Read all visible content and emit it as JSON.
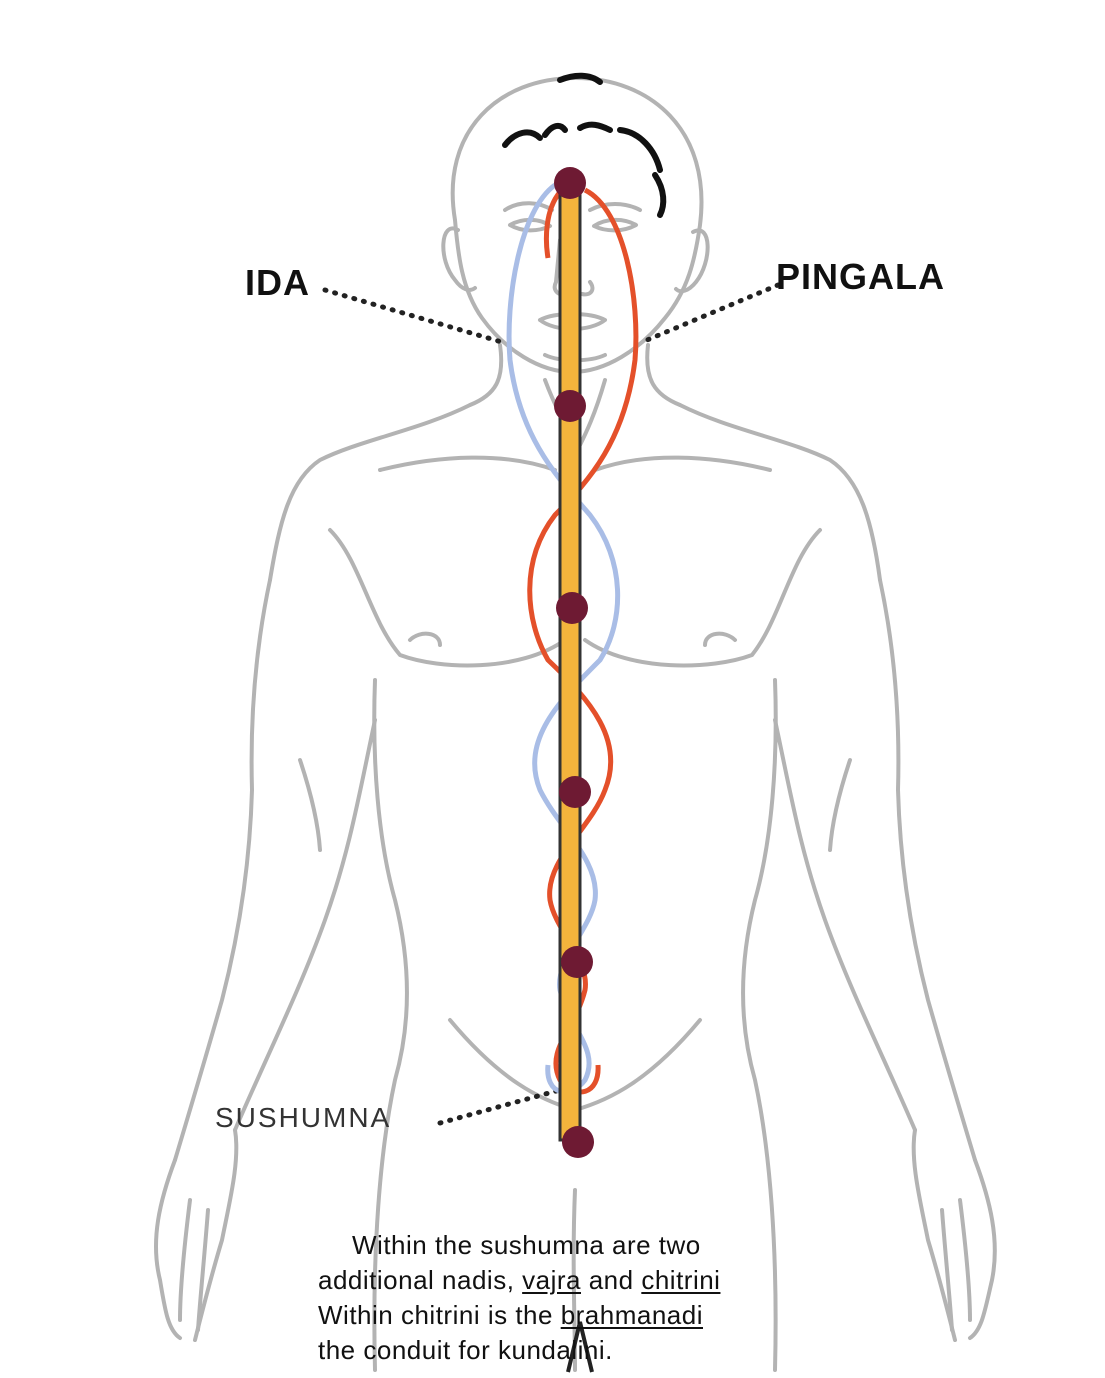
{
  "labels": {
    "ida": "IDA",
    "pingala": "PINGALA",
    "sushumna": "SUSHUMNA"
  },
  "caption": {
    "line1_a": "Within the sushumna are two",
    "line2_a": "additional nadis, ",
    "line2_vajra": "vajra",
    "line2_and": " and ",
    "line2_chitrini": "chitrini",
    "line3_a": "Within chitrini is the ",
    "line3_brahmanadi": "brahmanadi",
    "line4_a": "the conduit for kundalini."
  },
  "colors": {
    "body_outline": "#b0b0b0",
    "ida_channel": "#a9bde6",
    "pingala_channel": "#e4502a",
    "sushumna_fill": "#f3b43c",
    "sushumna_border": "#333333",
    "chakra": "#6e1a33"
  }
}
